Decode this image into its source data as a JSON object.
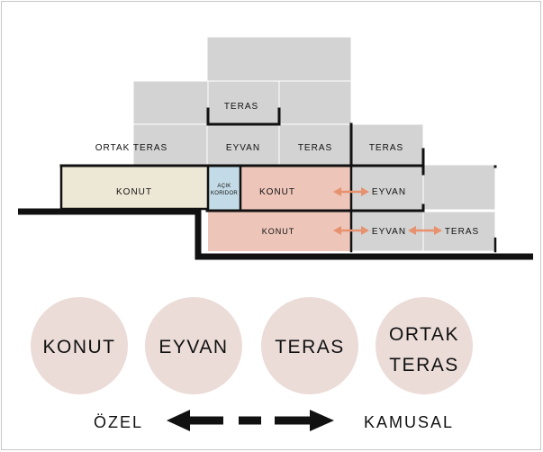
{
  "section": {
    "labels": {
      "teras_top": "TERAS",
      "ortak_teras": "ORTAK TERAS",
      "eyvan_1": "EYVAN",
      "teras_mid": "TERAS",
      "teras_right": "TERAS",
      "konut_left": "KONUT",
      "acik_koridor_1": "AÇIK",
      "acik_koridor_2": "KORIDOR",
      "konut_mid": "KONUT",
      "eyvan_2": "EYVAN",
      "konut_low": "KONUT",
      "eyvan_3": "EYVAN",
      "teras_low": "TERAS"
    }
  },
  "legend": {
    "circles": [
      {
        "line1": "KONUT",
        "line2": ""
      },
      {
        "line1": "EYVAN",
        "line2": ""
      },
      {
        "line1": "TERAS",
        "line2": ""
      },
      {
        "line1": "ORTAK",
        "line2": "TERAS"
      }
    ],
    "scale_left": "ÖZEL",
    "scale_right": "KAMUSAL"
  },
  "colors": {
    "gray_block": "#d3d3d3",
    "konut_beige": "#ede7d6",
    "konut_pink": "#edc5b9",
    "koridor_blue": "#c3dbe6",
    "arrow_orange": "#e7916e",
    "circle_fill": "#ebdcd8",
    "ink": "#111111"
  }
}
